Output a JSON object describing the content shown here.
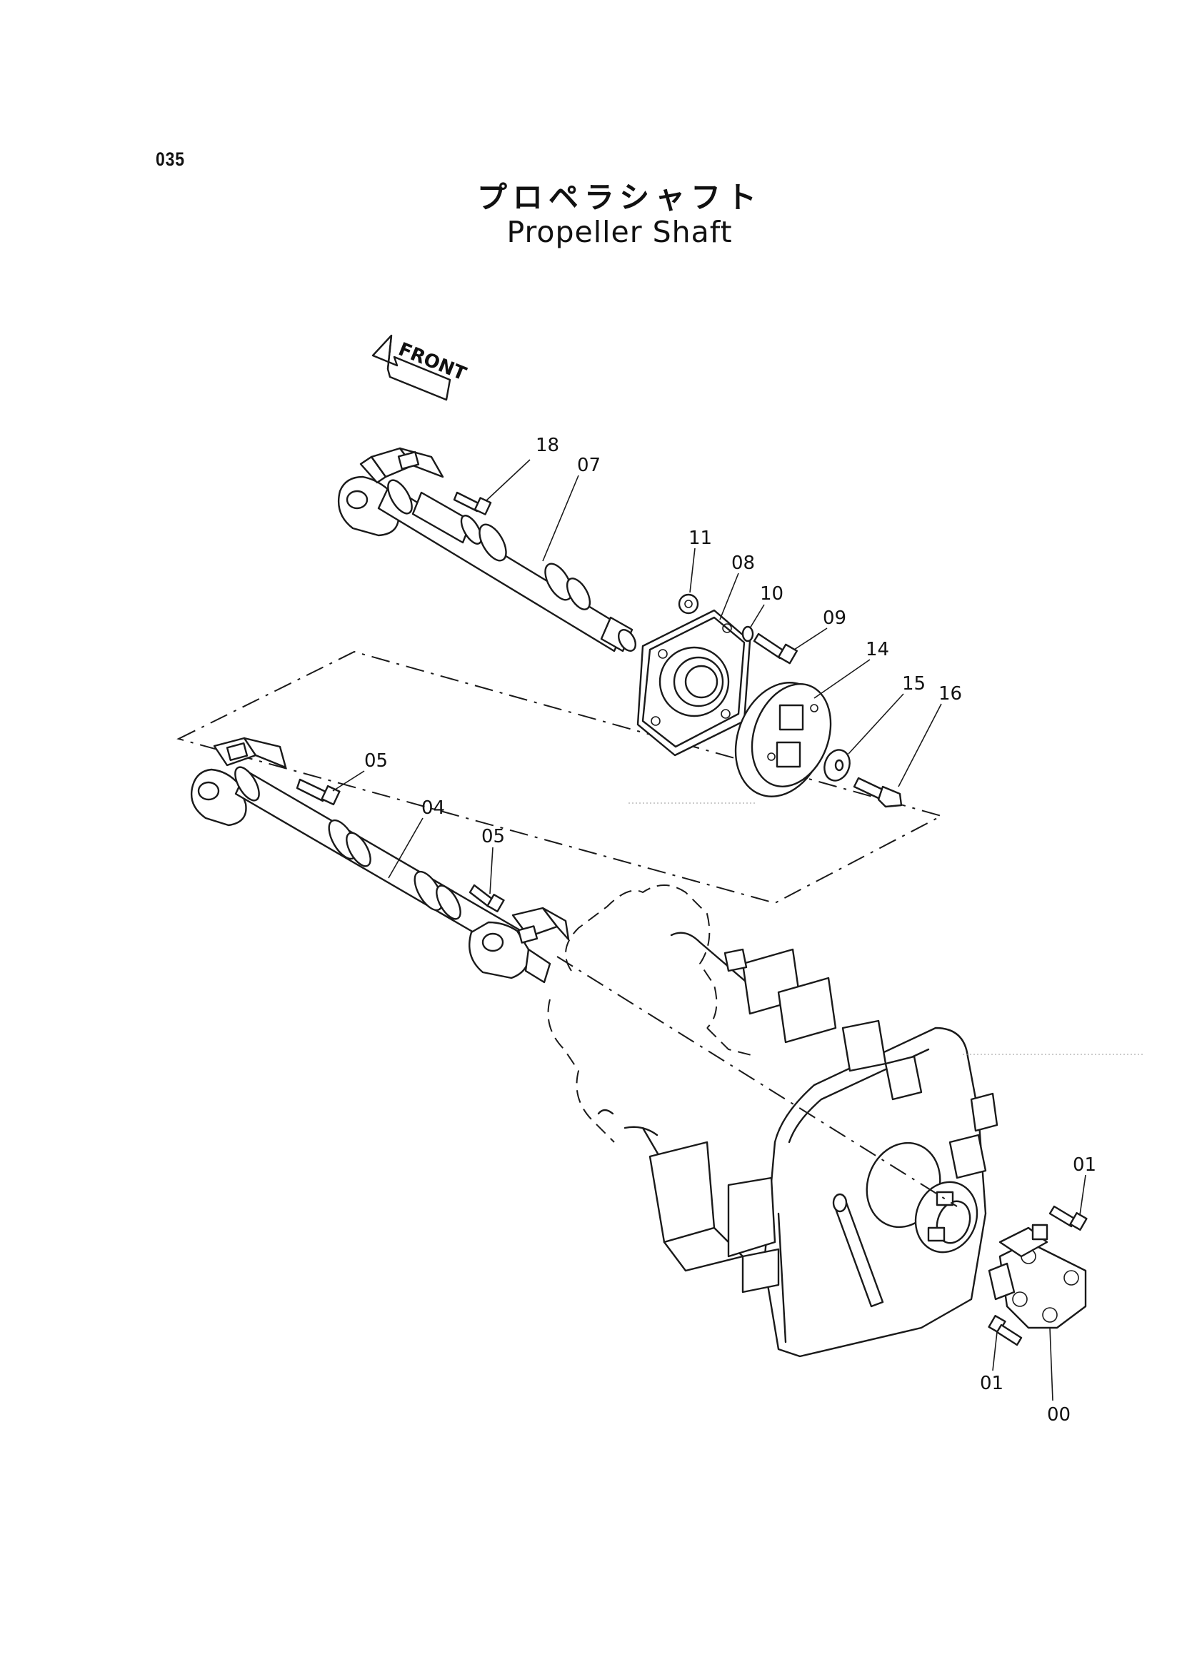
{
  "page": {
    "number": "035",
    "title_jp": "プロペラシャフト",
    "title_en": "Propeller Shaft"
  },
  "orientation": {
    "front_label": "FRONT"
  },
  "callouts": {
    "c18": "18",
    "c07": "07",
    "c11": "11",
    "c08": "08",
    "c10": "10",
    "c09": "09",
    "c14": "14",
    "c15": "15",
    "c16": "16",
    "c05a": "05",
    "c04": "04",
    "c05b": "05",
    "c01a": "01",
    "c01b": "01",
    "c00": "00"
  }
}
